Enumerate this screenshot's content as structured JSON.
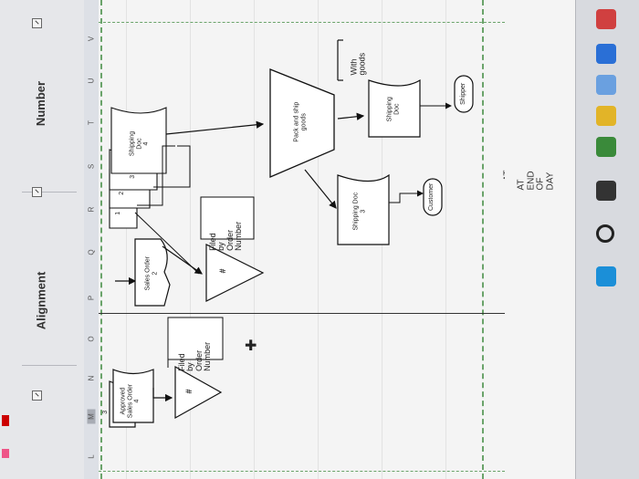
{
  "ribbon": {
    "groups": [
      {
        "label": "Number"
      },
      {
        "label": "Alignment"
      }
    ]
  },
  "columns": [
    "L",
    "M",
    "N",
    "O",
    "P",
    "Q",
    "R",
    "S",
    "T",
    "U",
    "V"
  ],
  "diagram": {
    "approved_sales_order": {
      "label": "Approved\nSales Order\n4",
      "copy": "3"
    },
    "filed1": {
      "label": "Filed\nby\nOrder\nNumber"
    },
    "file_symbol1": {
      "label": "#"
    },
    "sales_order2": {
      "label": "Sales Order\n2"
    },
    "file_symbol2": {
      "label": "#"
    },
    "filed2": {
      "label": "Filed\nby\nOrder\nNumber"
    },
    "shipping_doc_stack": {
      "copies": [
        "1",
        "2",
        "3"
      ],
      "label": "Shipping\nDoc\n4"
    },
    "pack_and_ship": {
      "label": "Pack and ship\ngoods"
    },
    "shipping_doc3": {
      "label": "Shipping Doc\n3"
    },
    "customer": {
      "label": "Customer"
    },
    "shipping_doc_right": {
      "label": "Shipping\nDoc"
    },
    "with_goods": {
      "label": "With\ngoods"
    },
    "shipper": {
      "label": "Shipper"
    },
    "end_of_day": {
      "label": "AT\nEND\nOF\nDAY"
    }
  },
  "taskbar": {
    "icons": [
      "windows-icon",
      "search-icon",
      "task-view-icon",
      "edge-icon",
      "file-explorer-icon",
      "store-icon",
      "mail-icon",
      "office-icon"
    ]
  }
}
